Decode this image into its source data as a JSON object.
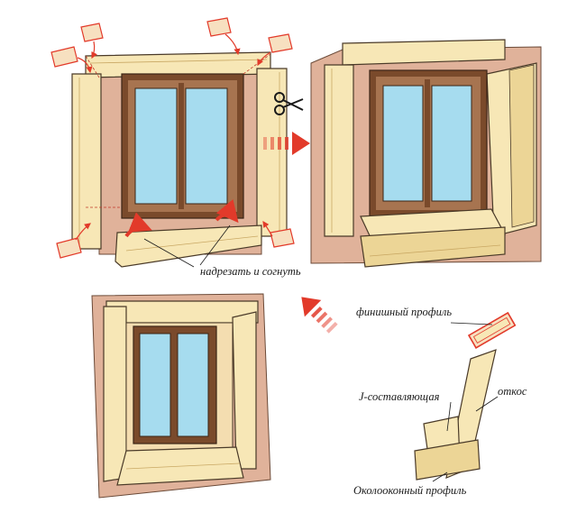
{
  "labels": {
    "cut_and_bend": "надрезать и согнуть",
    "finish_profile": "финишный профиль",
    "slope": "откос",
    "j_component": "J-составляющая",
    "window_profile": "Околооконный профиль"
  },
  "colors": {
    "wall": "#e0b29a",
    "siding": "#f7e7b6",
    "siding_shadow": "#ecd596",
    "frame": "#7a4a2b",
    "frame_light": "#a77450",
    "glass": "#a6dcef",
    "arrow": "#e23a2a",
    "outline": "#4a3a28"
  },
  "icons": [
    "scissors-icon",
    "arrow-right-icon",
    "arrow-down-left-icon"
  ]
}
